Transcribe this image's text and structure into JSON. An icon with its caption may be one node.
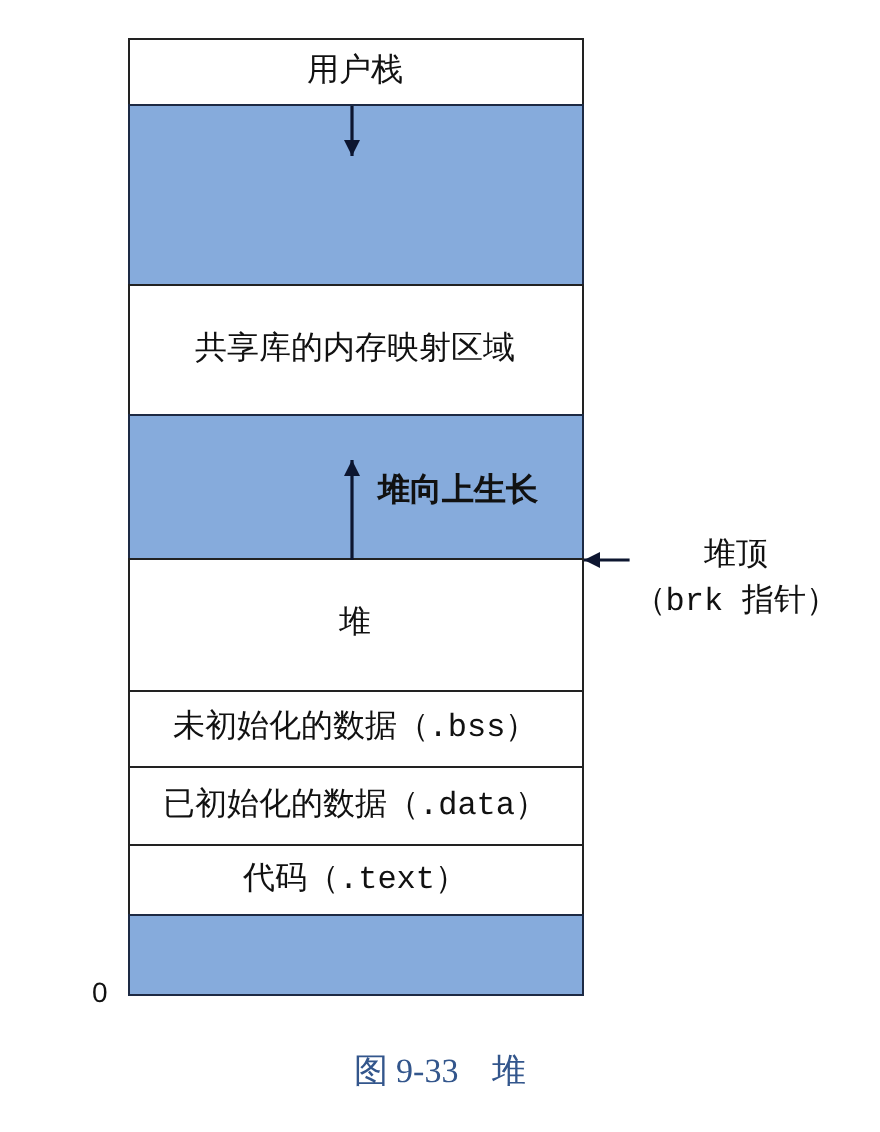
{
  "diagram": {
    "caption": "图 9-33　堆",
    "nodes": [
      {
        "text": [
          "用户栈"
        ]
      },
      {
        "text": [],
        "shape": "box"
      },
      {
        "text": [
          "共享库的内存映射区域"
        ]
      },
      {
        "text": [
          "堆向上生长"
        ]
      },
      {
        "text": [
          "堆"
        ]
      },
      {
        "text": [
          "未初始化的数据（.bss）"
        ]
      },
      {
        "text": [
          "已初始化的数据（.data）"
        ]
      },
      {
        "text": [
          "代码（.text）"
        ]
      },
      {
        "text": [],
        "shape": "box"
      },
      {
        "text": [
          "堆顶（brk 指针）"
        ]
      }
    ],
    "edges": [
      {
        "from": 0,
        "to": 1,
        "arrow": "to"
      },
      {
        "from": 4,
        "to": 3,
        "arrow": "to"
      },
      {
        "from": 9,
        "to": 4,
        "arrow": "to"
      }
    ],
    "labels": [
      "0"
    ]
  }
}
